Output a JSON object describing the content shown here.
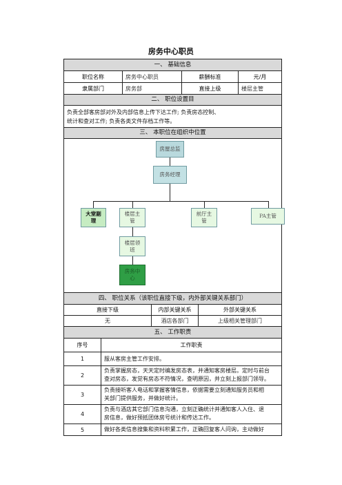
{
  "title": "房务中心职员",
  "sections": {
    "basic": "一、  基础信息",
    "duty_setup": "二、  职位设置目",
    "org": "三、  本职位在组织中位置",
    "relations": "四、  职位关系（该职位直接下级，内外部关键关系部门）",
    "duties": "五、  工作职责"
  },
  "basic": {
    "job_name_label": "职位名称",
    "job_name_value": "房务中心职员",
    "salary_label": "薪酬标准",
    "salary_value": "元/月",
    "dept_label": "隶属部门",
    "dept_value": "房务部",
    "superior_label": "直接上级",
    "superior_value": "楼层主管"
  },
  "purpose": {
    "line1": "负责全部客房部对外及内部信息上传下达工作; 负责房态控制、",
    "line2": "统计和查对工作; 负责各类文件存档工作等。"
  },
  "org": {
    "top": "房屋总监",
    "manager": "房务经理",
    "lobby": "大堂副理",
    "floor_sup": "楼层主管",
    "front_sup": "前厅主管",
    "pa_sup": "PA主管",
    "floor_lead": "楼层领班",
    "center": "房务中心",
    "colors": {
      "top": "#b9d9dd",
      "manager": "#c3e1e4",
      "lobby": "#c6ecc2",
      "sub": "#e6f8e2",
      "center": "#2f9e45"
    }
  },
  "relations": {
    "col1": "直接下级",
    "col2": "内部关键关系",
    "col3": "外部关键关系",
    "val1": "无",
    "val2": "酒店各部门",
    "val3": "上级相关管理部门"
  },
  "duties": {
    "no_header": "序号",
    "duty_header": "工作职责",
    "items": [
      {
        "no": "1",
        "l1": "服从客房主管工作安排。",
        "l2": ""
      },
      {
        "no": "2",
        "l1": "负责掌握房态，天天定时编发房态表，并通知客房楼层。定时与前台",
        "l2": "查对房态，发觉有房态不符情况，查明原因，并立刻上报部门领导。"
      },
      {
        "no": "3",
        "l1": "负责接听客人电话和掌握客情信息，依据需要立刻通知服务员和相",
        "l2": "关部门提供服务，并做好统计。"
      },
      {
        "no": "4",
        "l1": "负责与酒店其它部门信息沟通，立刻正确统计并通知客人入住、退",
        "l2": "房信息，做好预抵团体房号统计和传达工作。"
      },
      {
        "no": "5",
        "l1": "做好各类信息搜集和资料积累工作，正确回复客人问询，主动做好",
        "l2": ""
      }
    ]
  }
}
